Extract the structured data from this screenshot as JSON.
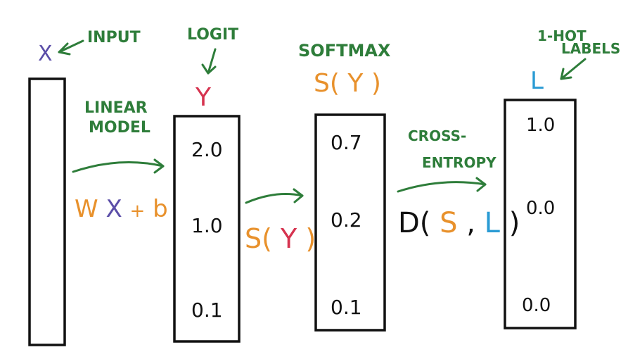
{
  "annotations": {
    "input_label": "INPUT",
    "logit_label": "LOGIT",
    "softmax_label": "SOFTMAX",
    "one_hot_label_line1": "1-HOT",
    "one_hot_label_line2": "LABELS",
    "linear_model_line1": "LINEAR",
    "linear_model_line2": "MODEL",
    "cross_entropy_line1": "CROSS-",
    "cross_entropy_line2": "ENTROPY"
  },
  "symbols": {
    "x": "X",
    "y": "Y",
    "s_open": "S(",
    "s_y": "Y",
    "s_close": ")",
    "l": "L"
  },
  "formulas": {
    "linear": {
      "w": "W",
      "x": "X",
      "plus": "+",
      "b": "b"
    },
    "softmax": {
      "s_open": "S(",
      "y": "Y",
      "close": ")"
    },
    "cross_entropy": {
      "d_open": "D(",
      "s": "S",
      "comma": ",",
      "l": "L",
      "close": ")"
    }
  },
  "logits": [
    "2.0",
    "1.0",
    "0.1"
  ],
  "probabilities": [
    "0.7",
    "0.2",
    "0.1"
  ],
  "labels": [
    "1.0",
    "0.0",
    "0.0"
  ],
  "colors": {
    "annotation_green": "#2e7d3a",
    "x_purple": "#5b4ea8",
    "y_red": "#d6334f",
    "s_orange": "#e8912c",
    "l_blue": "#2a9bd4",
    "ink": "#111111"
  }
}
